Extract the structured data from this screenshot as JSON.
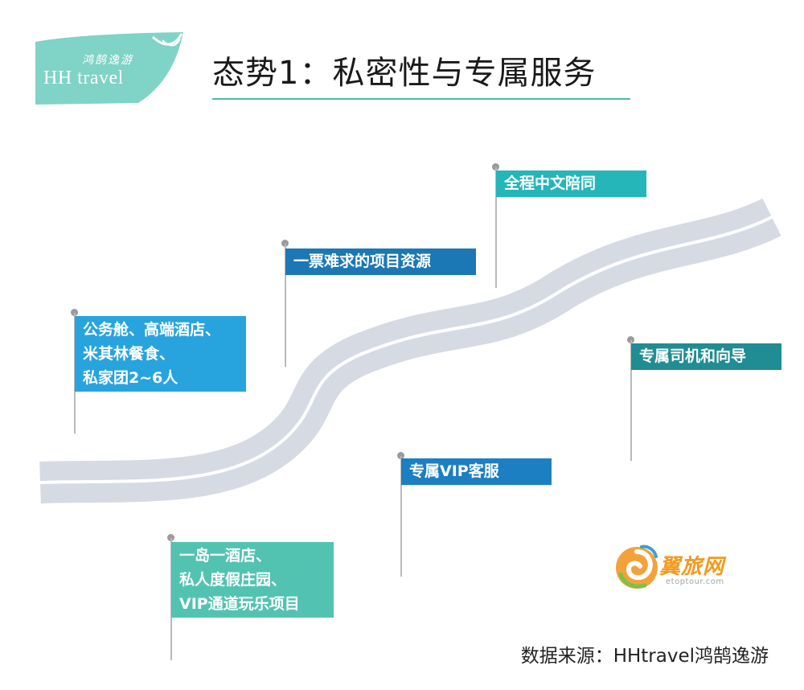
{
  "header": {
    "logo_subtext": "鸿鹄逸游",
    "logo_text": "HH travel",
    "title": "态势1：私密性与专属服务"
  },
  "flags": [
    {
      "lines": [
        "全程中文陪同"
      ],
      "color": "#24b6b8"
    },
    {
      "lines": [
        "一票难求的项目资源"
      ],
      "color": "#1b78b4"
    },
    {
      "lines": [
        "公务舱、高端酒店、",
        "米其林餐食、",
        "私家团2~6人"
      ],
      "color": "#27a4dd"
    },
    {
      "lines": [
        "专属司机和向导"
      ],
      "color": "#1f8d93"
    },
    {
      "lines": [
        "专属VIP客服"
      ],
      "color": "#1c7fc1"
    },
    {
      "lines": [
        "一岛一酒店、",
        "私人度假庄园、",
        "VIP通道玩乐项目"
      ],
      "color": "#52c3b1"
    }
  ],
  "footer": {
    "source": "数据来源：HHtravel鸿鹄逸游",
    "watermark_brand": "翼旅网",
    "watermark_url": "etoptour.com"
  },
  "colors": {
    "accent": "#4fb7b3",
    "road": "#d6dae3",
    "road_line": "#ffffff",
    "pole": "#b9b9b9"
  }
}
